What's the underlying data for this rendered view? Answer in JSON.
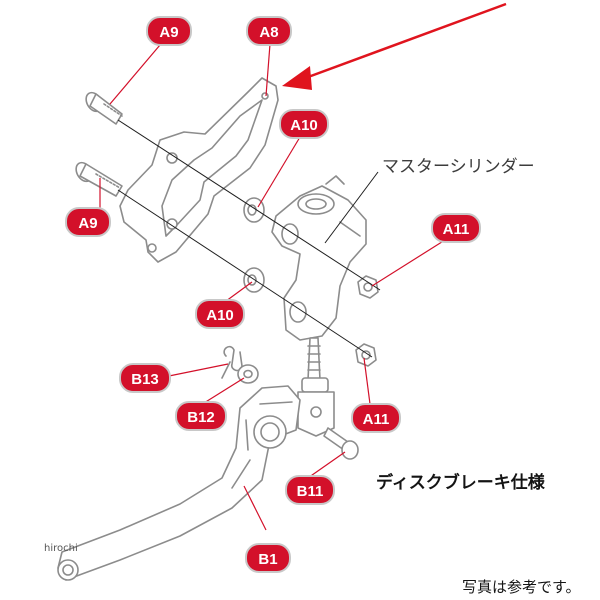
{
  "diagram": {
    "part_labels": {
      "a9_top": "A9",
      "a8": "A8",
      "a10_top": "A10",
      "a9_bottom": "A9",
      "a11_top": "A11",
      "a10_bottom": "A10",
      "b13": "B13",
      "b12": "B12",
      "a11_bottom": "A11",
      "b11": "B11",
      "b1": "B1"
    },
    "callouts": {
      "master_cylinder": "マスターシリンダー",
      "disc_brake_spec": "ディスクブレーキ仕様"
    },
    "watermark": "hirochi",
    "photo_note": "写真は参考です。",
    "colors": {
      "label_red": "#d3102a",
      "arrow_red": "#e0141e",
      "outline_gray": "#8c8c8c",
      "shadow_gray": "#c8c8c8"
    }
  }
}
